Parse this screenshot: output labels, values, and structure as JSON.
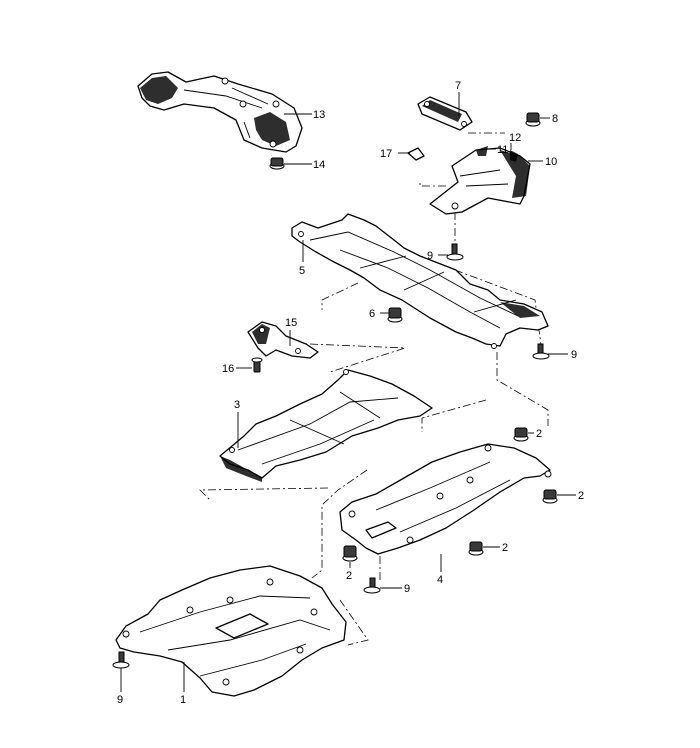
{
  "callouts": {
    "p1": "1",
    "p2a": "2",
    "p2b": "2",
    "p2c": "2",
    "p2d": "2",
    "p3": "3",
    "p4": "4",
    "p5": "5",
    "p6": "6",
    "p7": "7",
    "p8": "8",
    "p9a": "9",
    "p9b": "9",
    "p9c": "9",
    "p9d": "9",
    "p10": "10",
    "p11": "11",
    "p12": "12",
    "p13": "13",
    "p14": "14",
    "p15": "15",
    "p16": "16",
    "p17": "17"
  },
  "style": {
    "ink": "#000000",
    "paper": "#ffffff"
  }
}
